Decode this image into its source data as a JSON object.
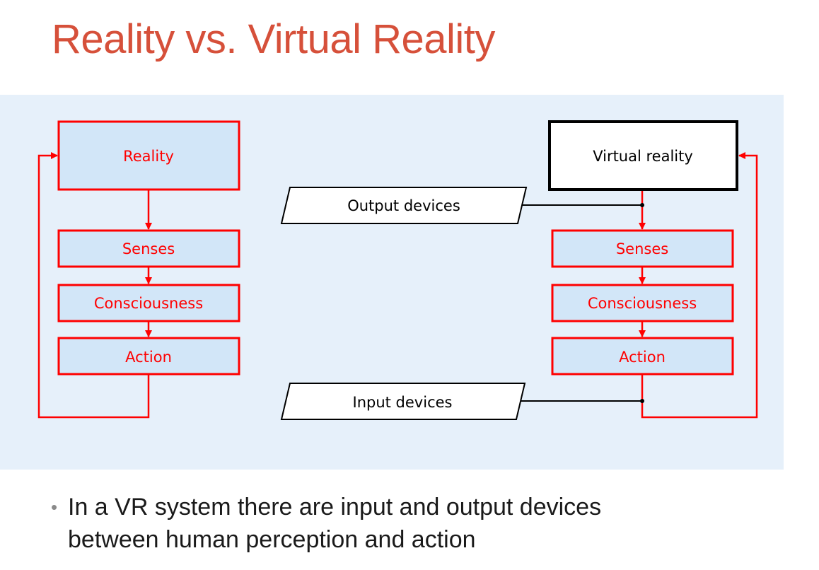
{
  "title": "Reality vs. Virtual Reality",
  "diagram": {
    "left": {
      "reality": "Reality",
      "senses": "Senses",
      "consciousness": "Consciousness",
      "action": "Action"
    },
    "right": {
      "virtual_reality": "Virtual reality",
      "senses": "Senses",
      "consciousness": "Consciousness",
      "action": "Action"
    },
    "output_devices": "Output devices",
    "input_devices": "Input devices"
  },
  "bullets": [
    {
      "line1": "In a VR system there are input and output devices",
      "line2": "between human perception and action"
    }
  ],
  "colors": {
    "title": "#d6503a",
    "red": "#ff0000",
    "panel": "#e6f0fa",
    "box_fill": "#d2e6f8"
  }
}
